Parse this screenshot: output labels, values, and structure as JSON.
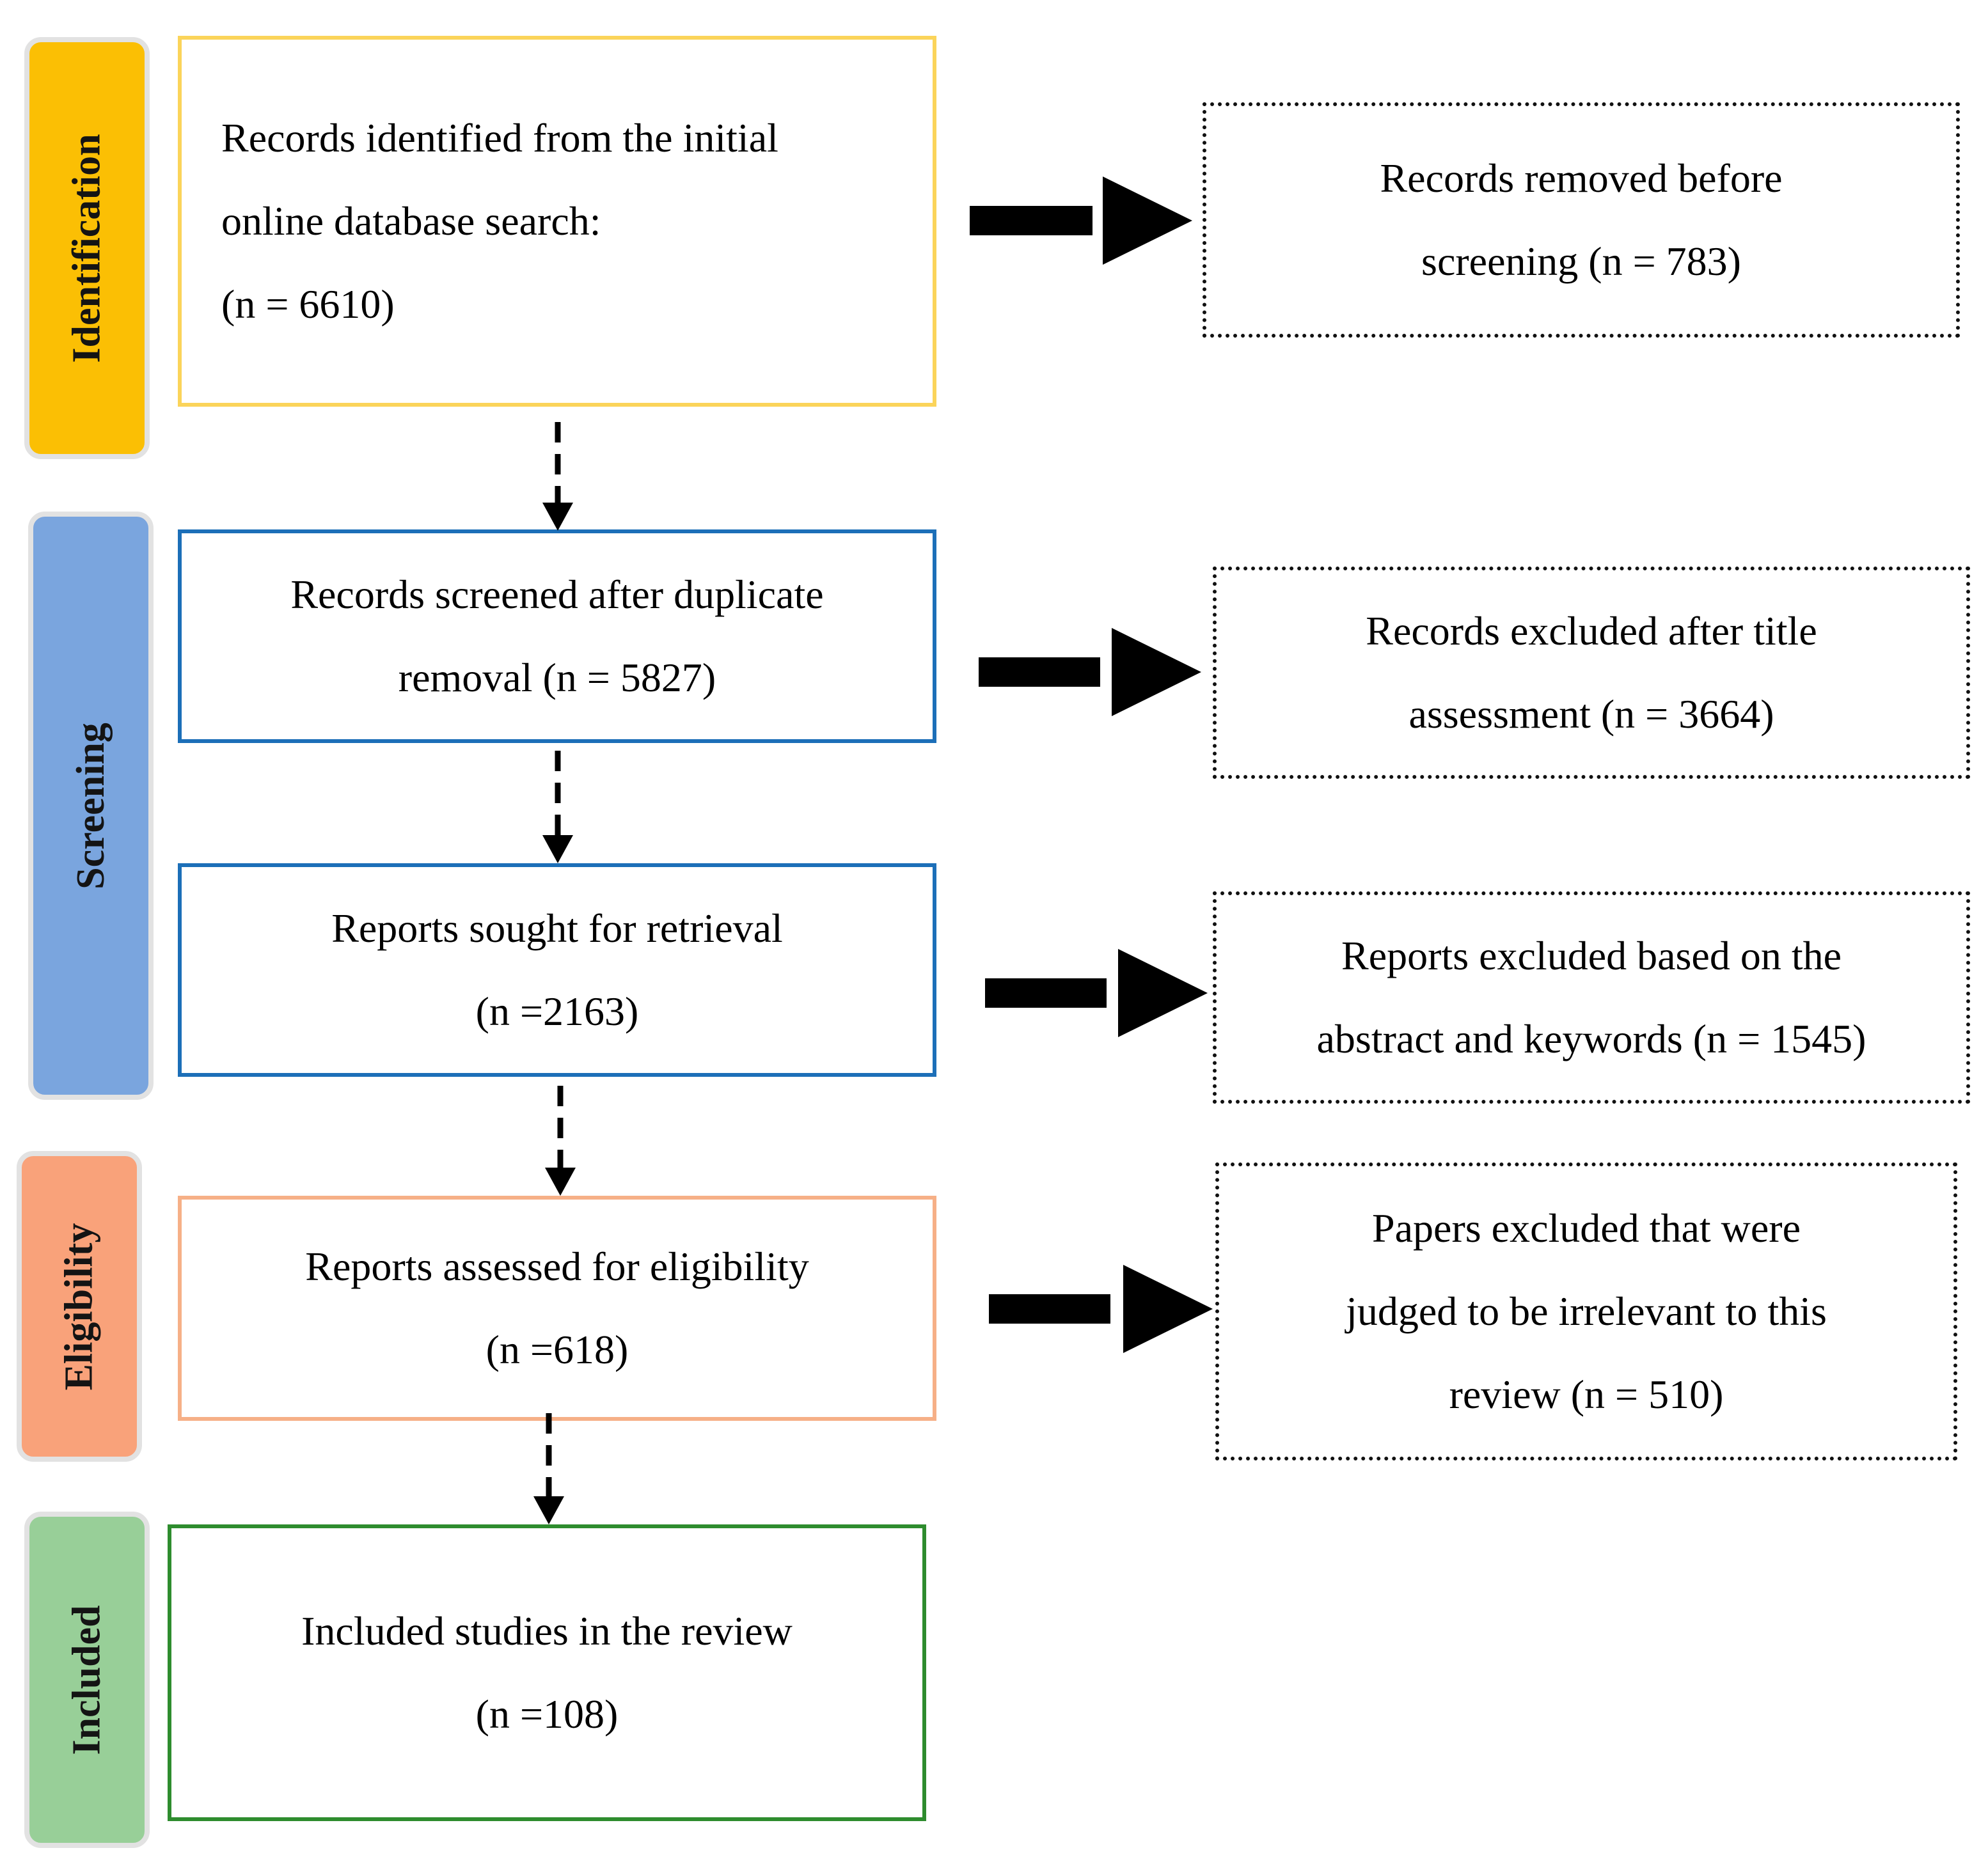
{
  "phases": {
    "identification": "Identification",
    "screening": "Screening",
    "eligibility": "Eligibility",
    "included": "Included"
  },
  "main_boxes": {
    "identified": "Records identified from the initial\nonline database search:\n        (n = 6610)",
    "screened": "Records screened after duplicate\nremoval (n = 5827)",
    "sought": "Reports sought for retrieval\n(n =2163)",
    "assessed": "Reports assessed for eligibility\n(n =618)",
    "included": "Included studies in the review\n(n =108)"
  },
  "excluded_boxes": {
    "removed": "Records removed before\nscreening (n = 783)",
    "title": "Records excluded after title\nassessment (n = 3664)",
    "abstract": "Reports excluded based on the\nabstract and keywords (n = 1545)",
    "papers": "Papers excluded that were\njudged to be irrelevant to this\nreview (n = 510)"
  }
}
